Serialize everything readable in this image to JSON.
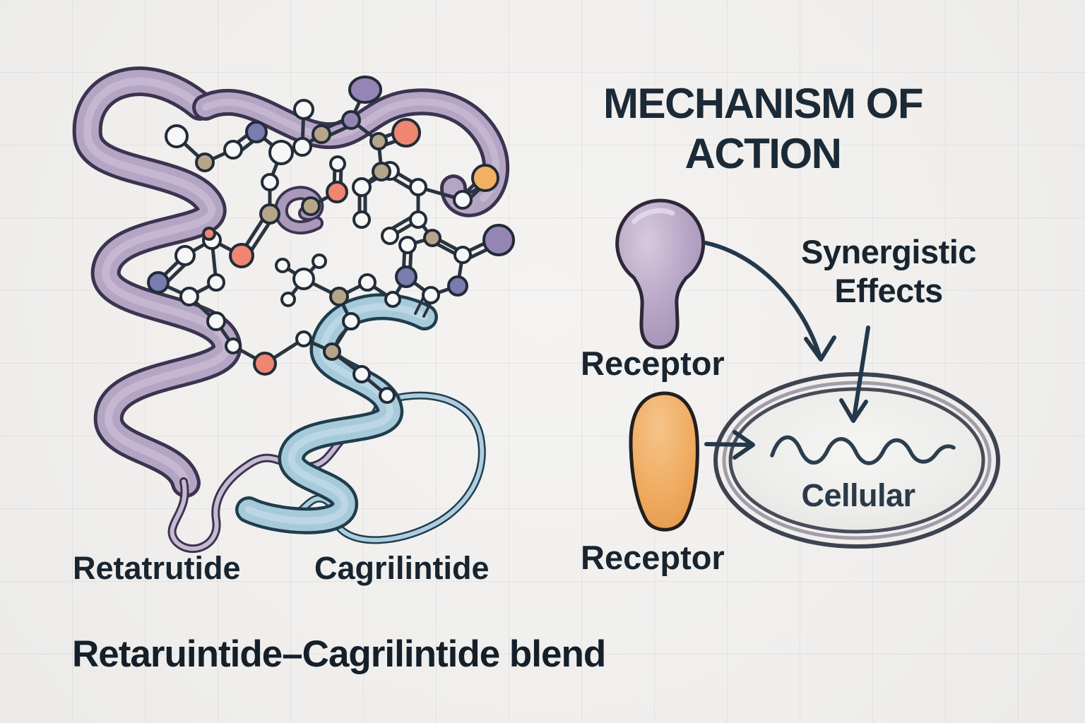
{
  "header": {
    "title": "MECHANISM OF ACTION"
  },
  "molecule": {
    "retatrutide_label": "Retatrutide",
    "cagrilintide_label": "Cagrilintide"
  },
  "mechanism": {
    "receptor_top_label": "Receptor",
    "receptor_bottom_label": "Receptor",
    "synergy_label": "Synergistic Effects",
    "cell_label": "Cellular"
  },
  "caption": {
    "text": "Retaruintide–Cagrilintide blend"
  },
  "palette": {
    "background": "#f2f1ef",
    "ink_text": "#18242f",
    "arrow_ink": "#24384a",
    "ribbon_purple": "#b5a5c4",
    "ribbon_purple_outline": "#3b3450",
    "ribbon_blue": "#a7cada",
    "ribbon_blue_outline": "#1f3d4d",
    "receptor_purple": "#b9a7c7",
    "receptor_orange": "#efab60",
    "atom_white": "#f7f7f7",
    "atom_tan": "#b7a58a",
    "atom_salmon": "#ee8672",
    "atom_orange": "#f2b063",
    "atom_indigo": "#7a7cb0",
    "atom_purple": "#9585b5",
    "cell_membrane": "#3d4350",
    "cell_fill": "#ededeb"
  }
}
